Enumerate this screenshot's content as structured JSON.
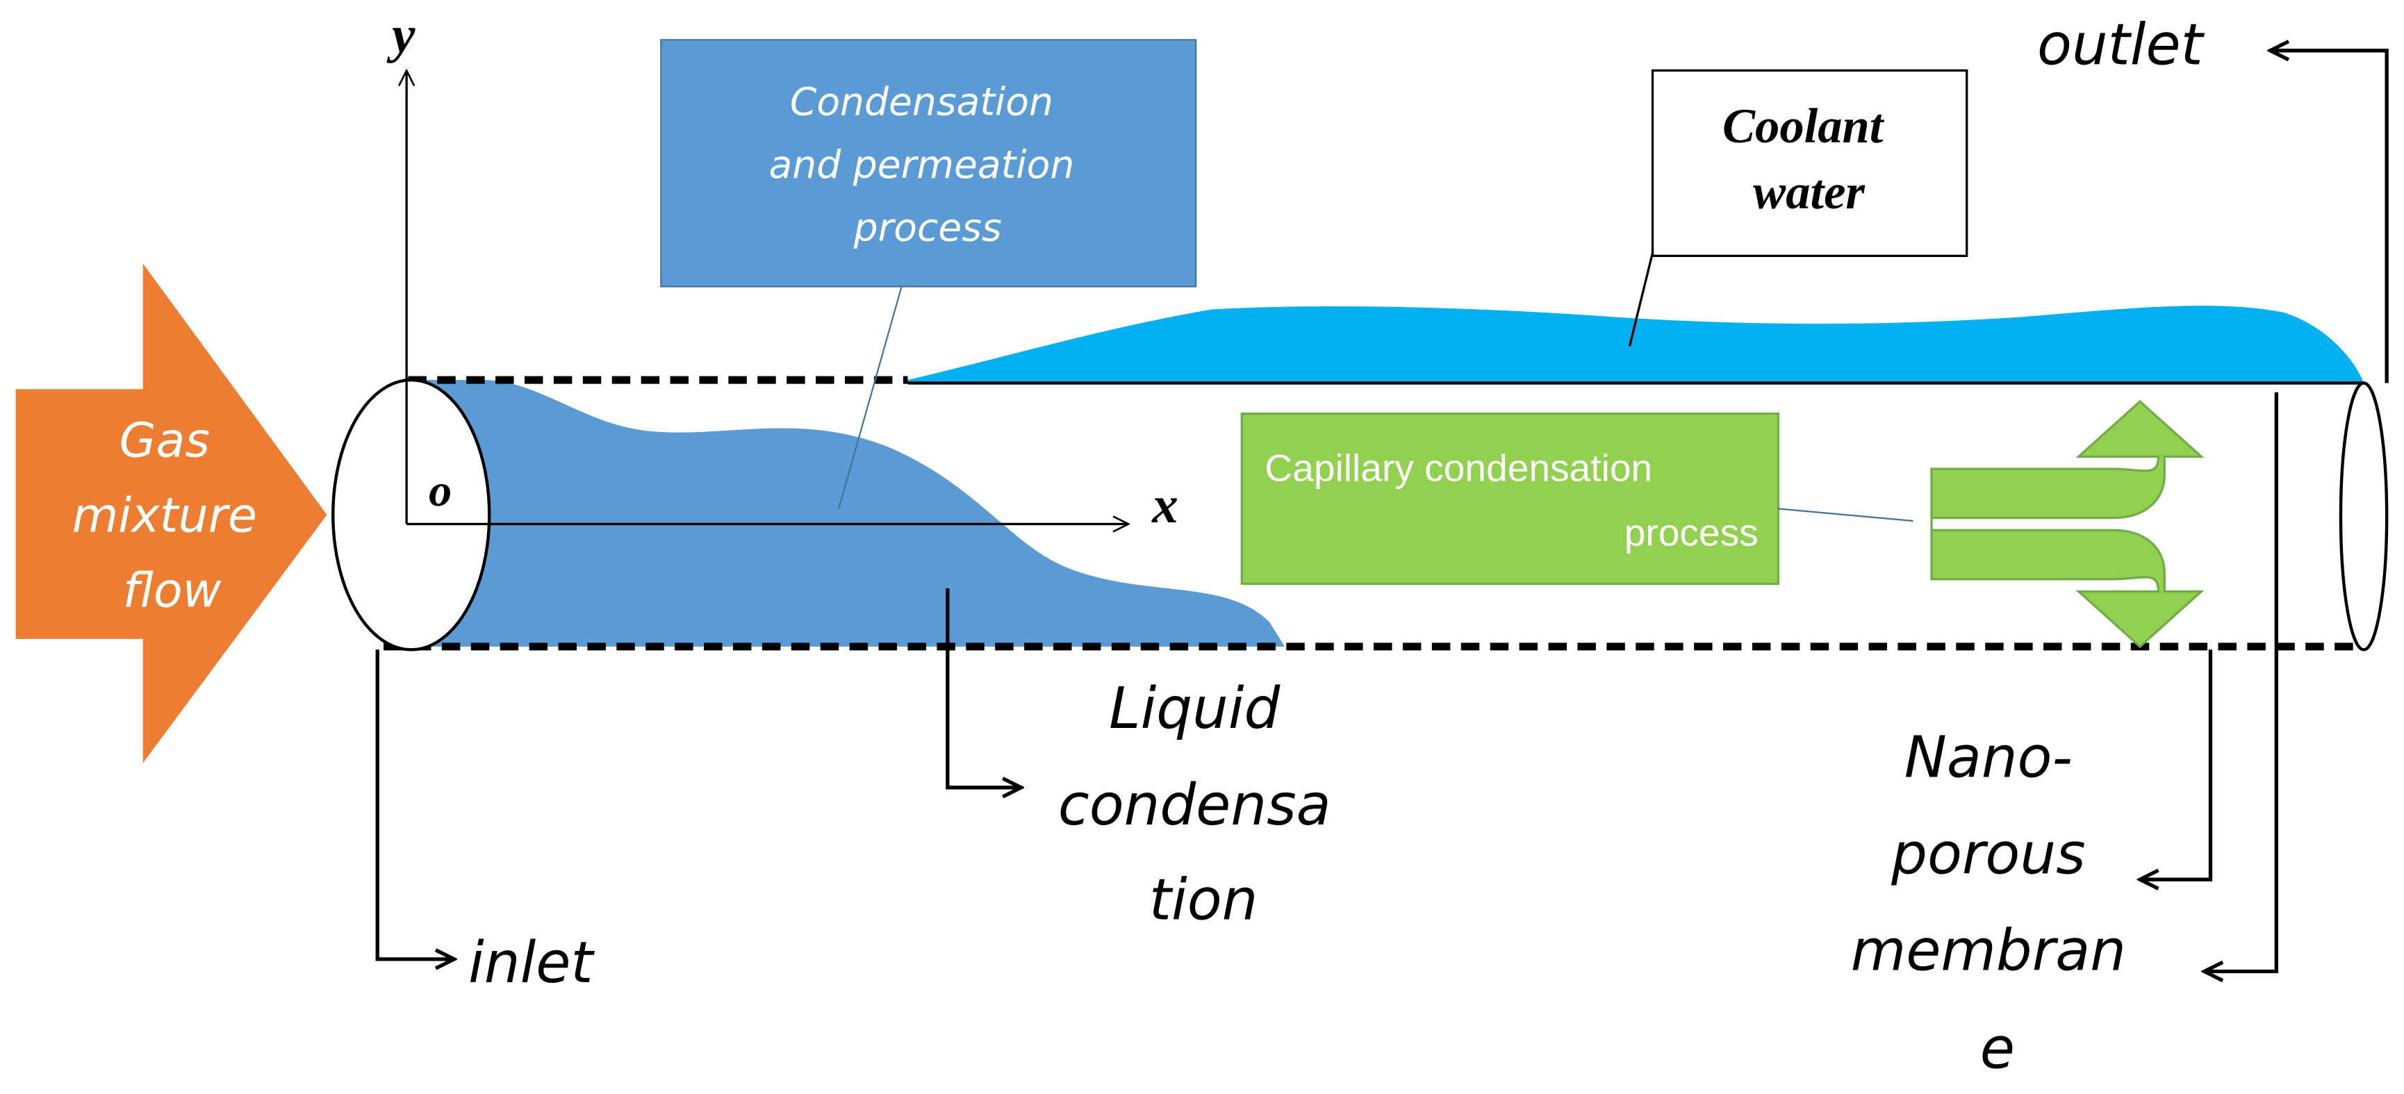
{
  "colors": {
    "arrow_orange": "#ED7D31",
    "condensate_blue": "#5B9BD5",
    "coolant_cyan": "#00B0F0",
    "capillary_green": "#92D050",
    "line_black": "#000000",
    "white": "#FFFFFF"
  },
  "labels": {
    "gas_flow": [
      "Gas",
      "mixture",
      "flow"
    ],
    "axis_y": "y",
    "axis_x": "x",
    "origin": "o",
    "condensation_box": [
      "Condensation",
      "and permeation",
      "process"
    ],
    "coolant_box": [
      "Coolant",
      "water"
    ],
    "capillary_box": [
      "Capillary condensation",
      "process"
    ],
    "outlet": "outlet",
    "inlet": "inlet",
    "liquid_condensation": [
      "Liquid",
      "condensa",
      "tion"
    ],
    "nano_membrane": [
      "Nano-",
      "porous",
      "membran",
      "e"
    ]
  },
  "icons": [
    "right-arrow-icon",
    "split-arrow-icon"
  ]
}
